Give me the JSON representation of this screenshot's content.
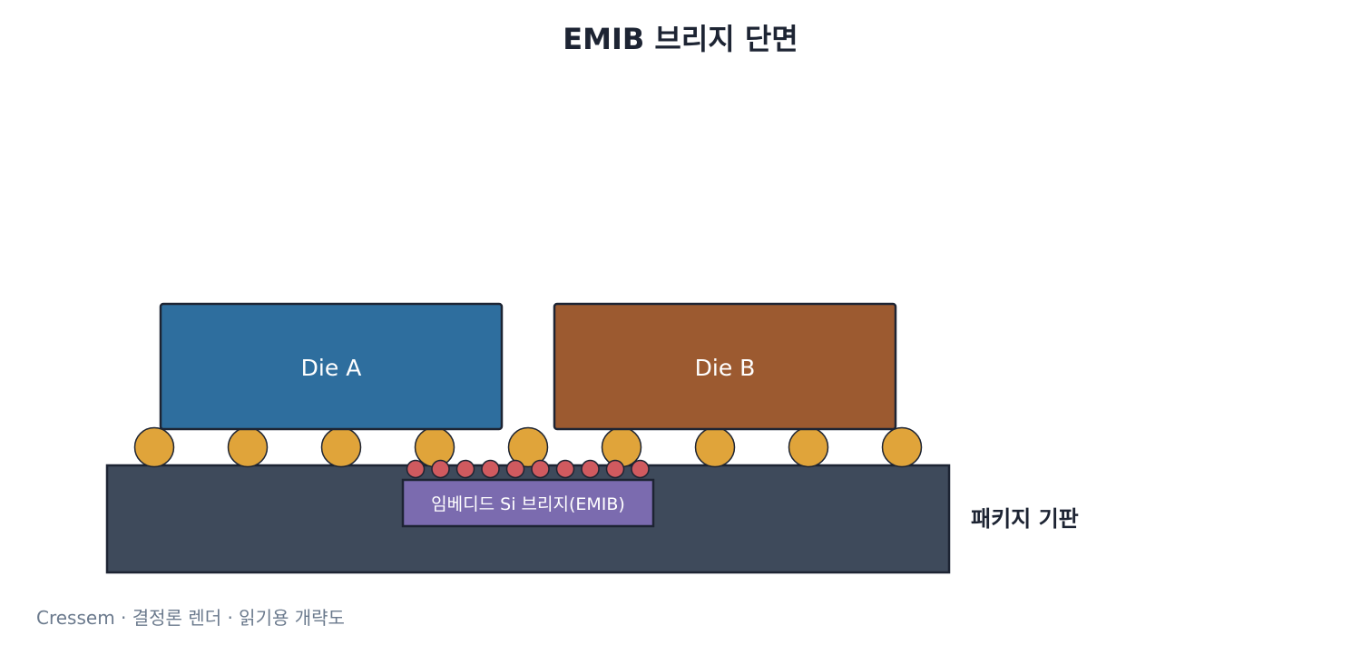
{
  "title": "EMIB 브리지 단면",
  "die_a": {
    "label": "Die A",
    "color": "#2e6e9e"
  },
  "die_b": {
    "label": "Die B",
    "color": "#9c5a30"
  },
  "bridge": {
    "label": "임베디드 Si 브리지(EMIB)",
    "color": "#7b6baf"
  },
  "substrate": {
    "label": "패키지 기판",
    "color": "#3e4a5b"
  },
  "bump_color": "#e0a43a",
  "microbump_color": "#d05a5f",
  "outline_color": "#1d2433",
  "footer": "Cressem · 결정론 렌더 · 읽기용 개략도"
}
